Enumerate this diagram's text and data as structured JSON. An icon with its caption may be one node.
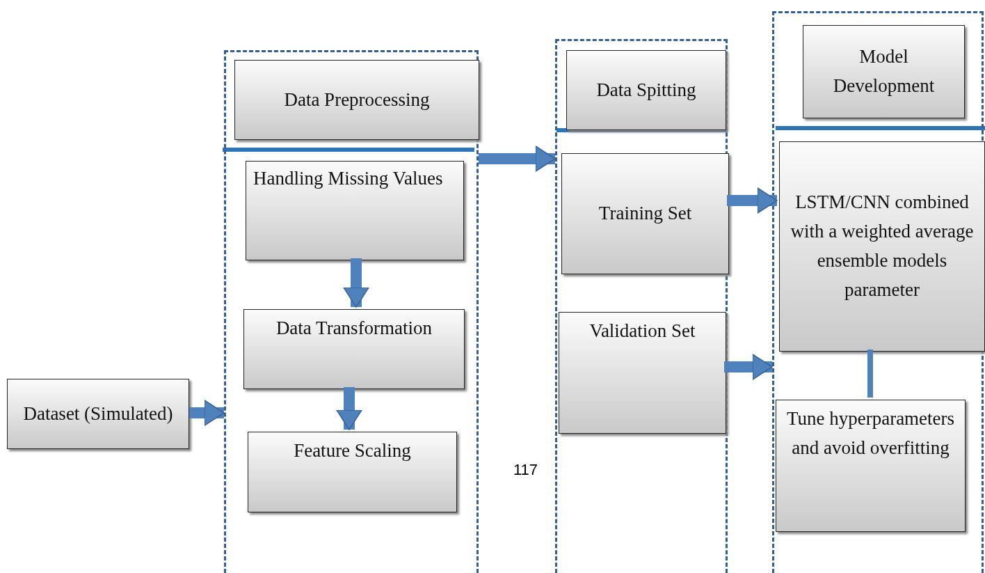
{
  "diagram": {
    "nodes": [
      {
        "text": [
          "Dataset (Simulated)"
        ]
      },
      {
        "text": [],
        "shape": "box"
      },
      {
        "text": [
          "Data Preprocessing"
        ],
        "in": 1
      },
      {
        "text": [
          "Handling Missing Values"
        ],
        "in": 1
      },
      {
        "text": [
          "Data Transformation"
        ],
        "in": 1
      },
      {
        "text": [
          "Feature Scaling"
        ],
        "in": 1
      },
      {
        "text": [],
        "shape": "box"
      },
      {
        "text": [
          "Data Spitting"
        ],
        "in": 6
      },
      {
        "text": [
          "Training Set"
        ],
        "in": 6
      },
      {
        "text": [
          "Validation Set"
        ],
        "in": 6
      },
      {
        "text": [],
        "shape": "box"
      },
      {
        "text": [
          "Model Development"
        ],
        "in": 10
      },
      {
        "text": [
          "LSTM/CNN combined with a weighted average ensemble models parameter"
        ],
        "in": 10
      },
      {
        "text": [
          "Tune hyperparameters and avoid overfitting"
        ],
        "in": 10
      }
    ],
    "edges": [
      {
        "from": 0,
        "to": 1,
        "arrow": "to"
      },
      {
        "from": 3,
        "to": 4,
        "arrow": "to"
      },
      {
        "from": 4,
        "to": 5,
        "arrow": "to"
      },
      {
        "from": 1,
        "to": 6,
        "arrow": "to"
      },
      {
        "from": 8,
        "to": 12,
        "arrow": "to"
      },
      {
        "from": 9,
        "to": 10,
        "arrow": "to"
      },
      {
        "from": 12,
        "to": 13,
        "arrow": "none"
      }
    ],
    "labels": [
      "117"
    ]
  }
}
